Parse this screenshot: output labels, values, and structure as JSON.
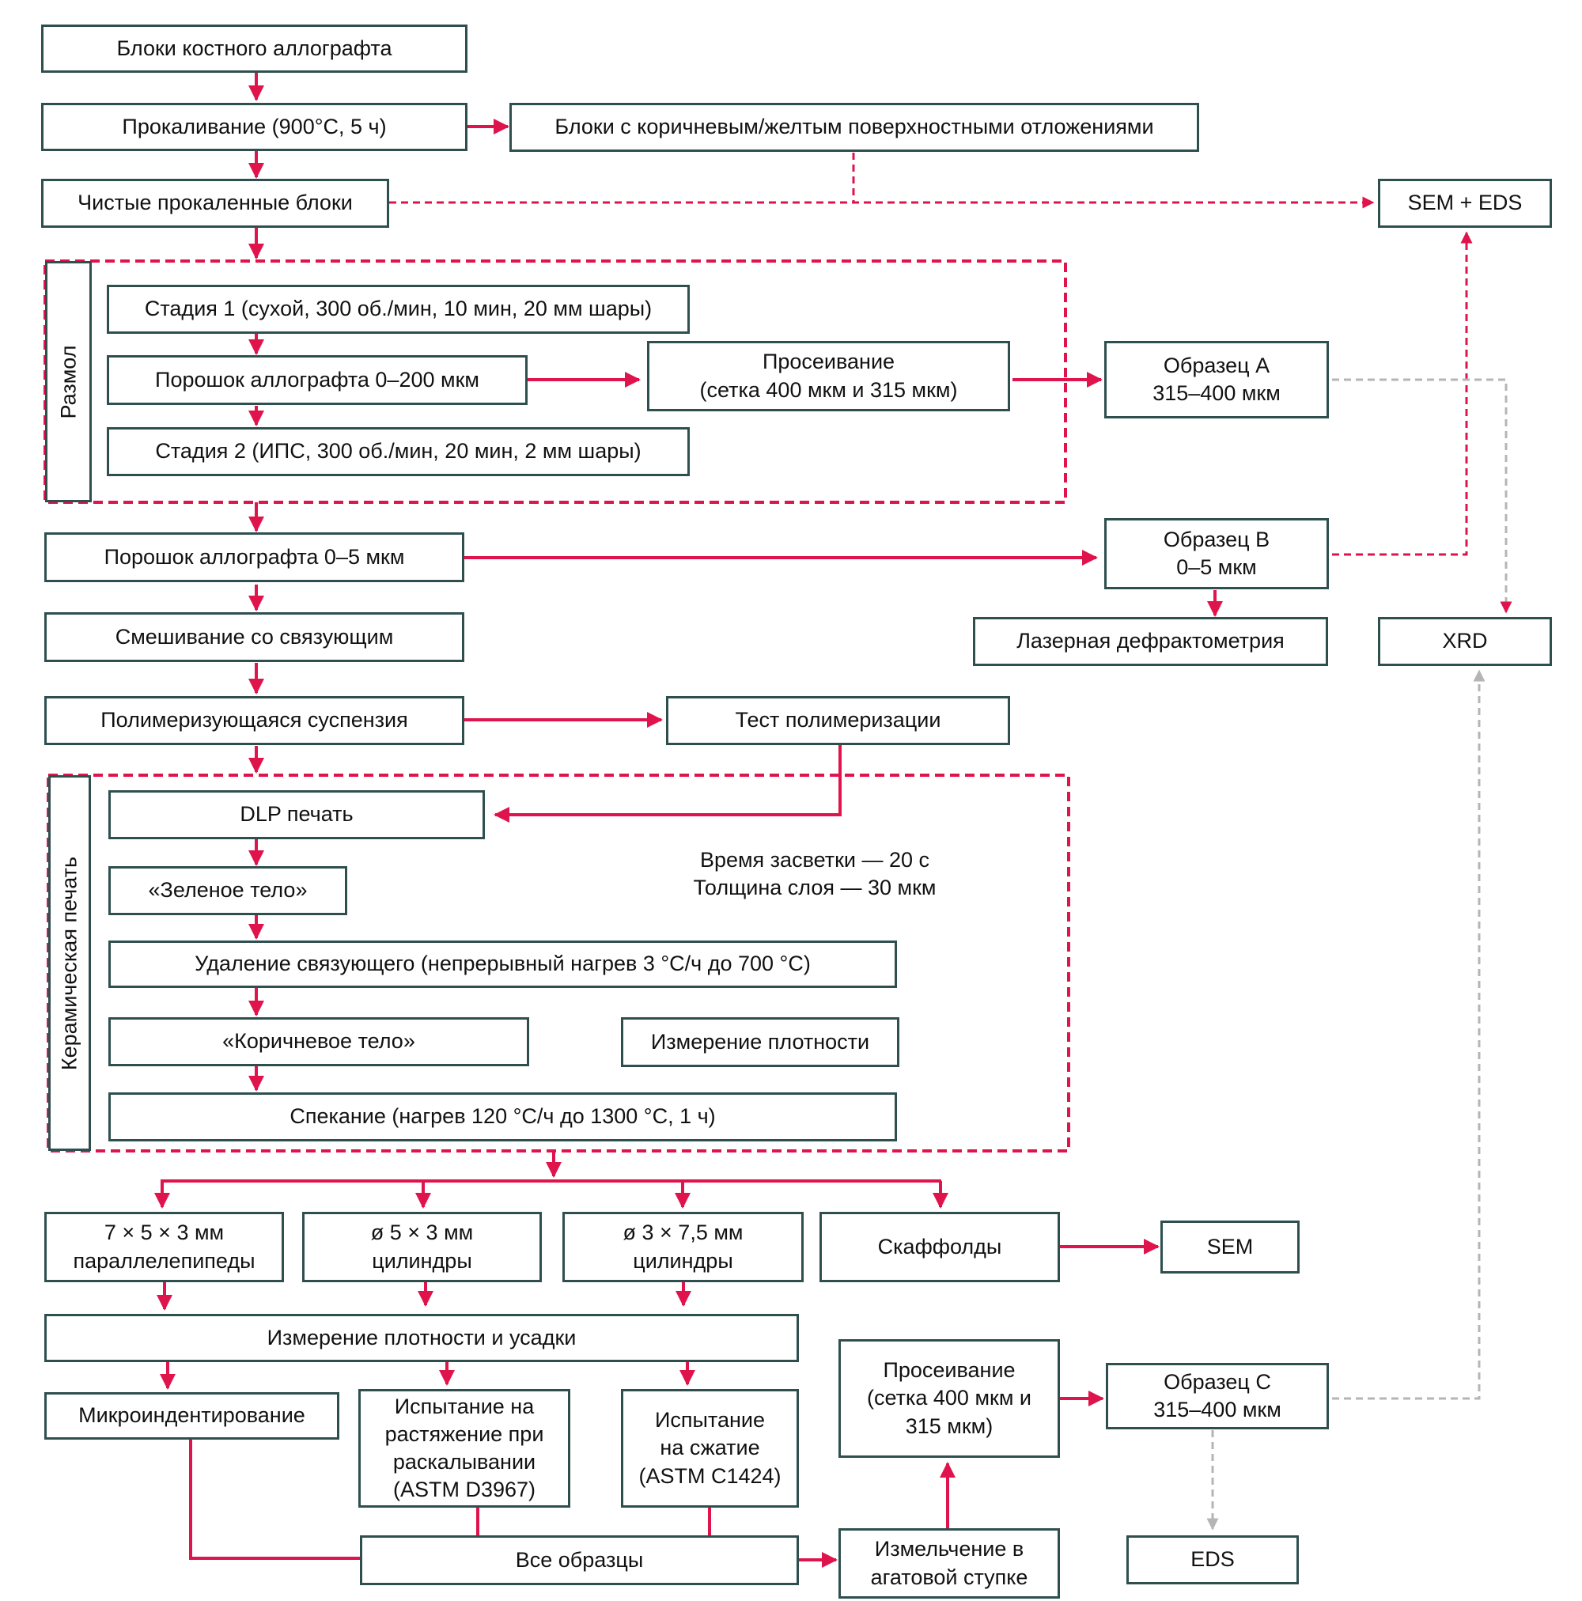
{
  "colors": {
    "accent": "#e0144c",
    "border": "#2f4f4f",
    "dashed_gray": "#b5b5b5"
  },
  "groups": {
    "milling": "Размол",
    "printing": "Керамическая печать"
  },
  "nodes": {
    "allograft_blocks": "Блоки костного аллографта",
    "calcination": "Прокаливание (900°C, 5 ч)",
    "stained_blocks": "Блоки с коричневым/желтым поверхностными отложениями",
    "clean_blocks": "Чистые прокаленные блоки",
    "sem_eds": "SEM + EDS",
    "stage1": "Стадия 1 (сухой, 300 об./мин, 10 мин, 20 мм шары)",
    "powder_200": "Порошок аллографта 0–200 мкм",
    "sieving1_l1": "Просеивание",
    "sieving1_l2": "(сетка 400 мкм и 315 мкм)",
    "sample_a_l1": "Образец A",
    "sample_a_l2": "315–400 мкм",
    "stage2": "Стадия 2 (ИПС, 300 об./мин, 20 мин, 2 мм шары)",
    "powder_5": "Порошок аллографта 0–5 мкм",
    "sample_b_l1": "Образец B",
    "sample_b_l2": "0–5 мкм",
    "mixing": "Смешивание со связующим",
    "laser": "Лазерная дефрактометрия",
    "xrd": "XRD",
    "suspension": "Полимеризующаяся суспензия",
    "poly_test": "Тест полимеризации",
    "dlp": "DLP печать",
    "exposure_l1": "Время засветки — 20 с",
    "exposure_l2": "Толщина слоя — 30 мкм",
    "green_body": "«Зеленое тело»",
    "debinding": "Удаление связующего (непрерывный нагрев 3 °C/ч до 700 °C)",
    "brown_body": "«Коричневое тело»",
    "density1": "Измерение плотности",
    "sintering": "Спекание (нагрев 120 °C/ч до 1300 °C, 1 ч)",
    "box_l1": "7 × 5 × 3 мм",
    "box_l2": "параллелепипеды",
    "cyl5_l1": "ø 5 × 3 мм",
    "cyl5_l2": "цилиндры",
    "cyl3_l1": "ø 3 × 7,5 мм",
    "cyl3_l2": "цилиндры",
    "scaffolds": "Скаффолды",
    "sem": "SEM",
    "density_shrink": "Измерение плотности и усадки",
    "sieving2_l1": "Просеивание",
    "sieving2_l2": "(сетка 400 мкм и",
    "sieving2_l3": "315 мкм)",
    "sample_c_l1": "Образец C",
    "sample_c_l2": "315–400 мкм",
    "microindent": "Микроиндентирование",
    "tension_l1": "Испытание на",
    "tension_l2": "растяжение при",
    "tension_l3": "раскалывании",
    "tension_l4": "(ASTM D3967)",
    "compression_l1": "Испытание",
    "compression_l2": "на сжатие",
    "compression_l3": "(ASTM C1424)",
    "all_samples": "Все образцы",
    "grinding_l1": "Измельчение в",
    "grinding_l2": "агатовой ступке",
    "eds": "EDS"
  }
}
